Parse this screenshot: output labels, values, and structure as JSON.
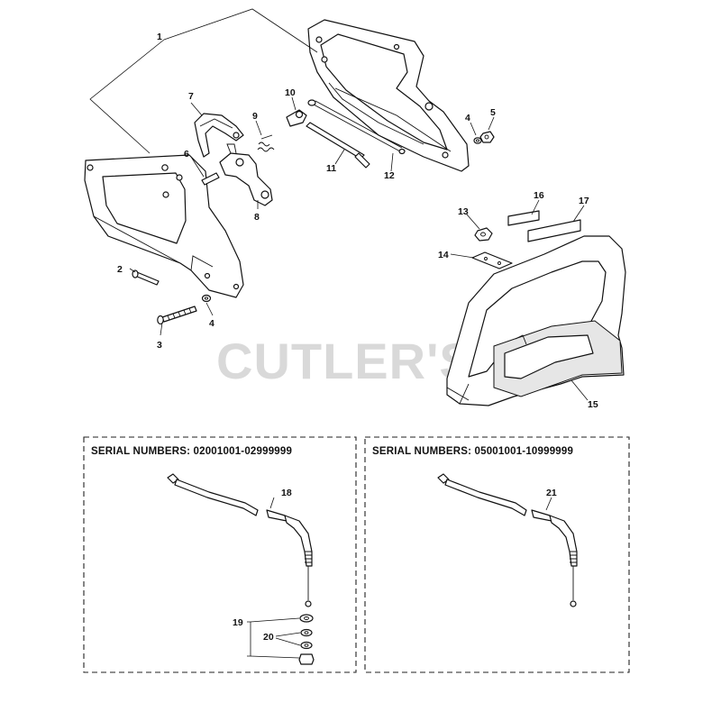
{
  "watermark": "CUTLER'S",
  "boxes": [
    {
      "title": "SERIAL NUMBERS: 02001001-02999999"
    },
    {
      "title": "SERIAL NUMBERS: 05001001-10999999"
    }
  ],
  "callouts": {
    "c1": "1",
    "c2": "2",
    "c3": "3",
    "c4a": "4",
    "c4b": "4",
    "c5": "5",
    "c6": "6",
    "c7": "7",
    "c8": "8",
    "c9": "9",
    "c10": "10",
    "c11": "11",
    "c12": "12",
    "c13": "13",
    "c14": "14",
    "c15": "15",
    "c16": "16",
    "c17": "17",
    "c18": "18",
    "c19": "19",
    "c20": "20",
    "c21": "21"
  }
}
